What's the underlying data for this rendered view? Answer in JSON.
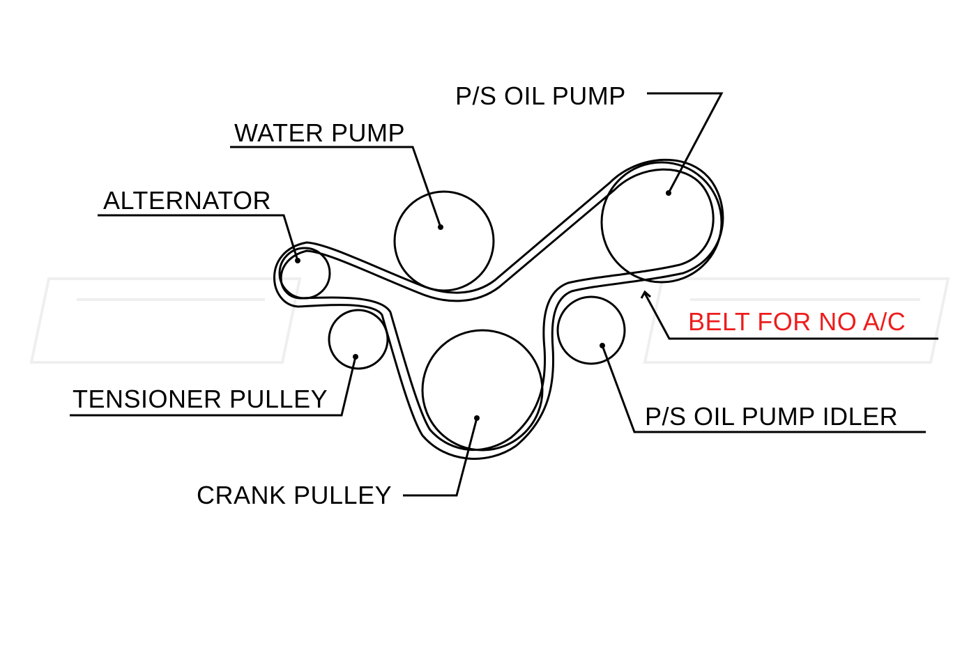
{
  "colors": {
    "line": "#000000",
    "highlight": "#ee1c1c",
    "background": "#ffffff",
    "watermark": "#ededed"
  },
  "labels": {
    "water_pump": "WATER PUMP",
    "ps_oil_pump": "P/S OIL PUMP",
    "alternator": "ALTERNATOR",
    "belt_no_ac": "BELT FOR NO A/C",
    "tensioner_pulley": "TENSIONER PULLEY",
    "ps_oil_pump_idler": "P/S OIL PUMP IDLER",
    "crank_pulley": "CRANK PULLEY"
  }
}
